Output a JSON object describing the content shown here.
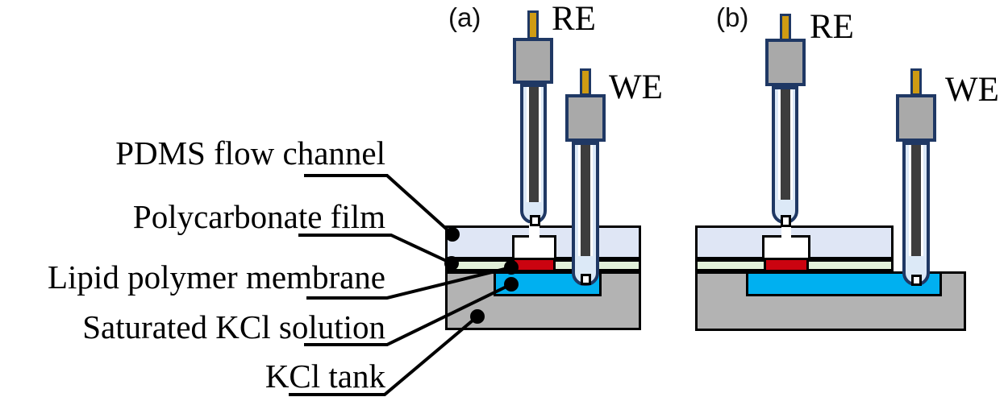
{
  "figure": {
    "background": "#ffffff",
    "colors": {
      "pdms_layer": "#dfe6f5",
      "polycarbonate_film": "#e2f0d9",
      "lipid_membrane": "#cb0310",
      "kcl_solution": "#00b0f0",
      "kcl_tank": "#b3b3b3",
      "electrode_cap": "#a9a9a9",
      "electrode_glass": "#dce9f7",
      "electrode_rod": "#3d3d3d",
      "electrode_pin": "#cf9b13",
      "electrode_outline": "#1f3864",
      "leader_line": "#000000"
    },
    "annotations": [
      {
        "id": "pdms",
        "label": "PDMS flow channel"
      },
      {
        "id": "film",
        "label": "Polycarbonate film"
      },
      {
        "id": "membrane",
        "label": "Lipid polymer membrane"
      },
      {
        "id": "solution",
        "label": "Saturated KCl solution"
      },
      {
        "id": "tank",
        "label": "KCl tank"
      }
    ],
    "panels": [
      {
        "id": "a",
        "label": "(a)",
        "re_label": "RE",
        "we_label": "WE"
      },
      {
        "id": "b",
        "label": "(b)",
        "re_label": "RE",
        "we_label": "WE"
      }
    ]
  }
}
